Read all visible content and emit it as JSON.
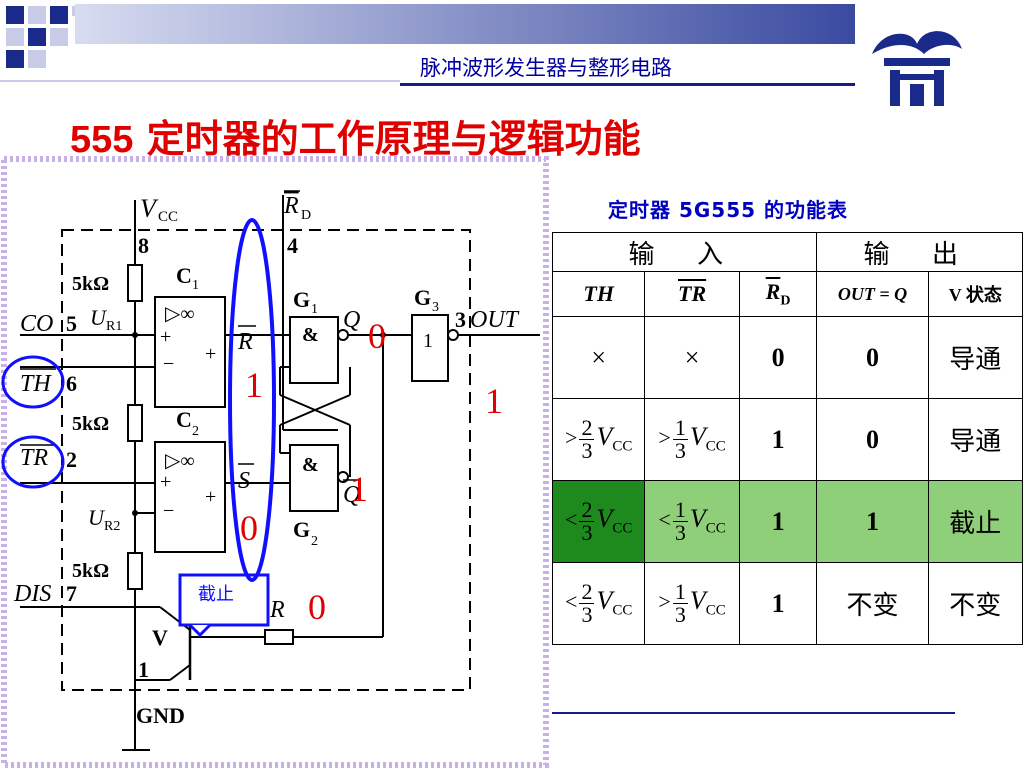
{
  "header": {
    "chapter": "脉冲波形发生器与整形电路",
    "title_num": "555",
    "title_text": " 定时器的工作原理与逻辑功能"
  },
  "colors": {
    "title": "#e00000",
    "chapter": "#0000a0",
    "annotation": "#e00000",
    "ellipse": "#1010ff",
    "green_dark": "#1e8a1e",
    "green_light": "#8fcf7a"
  },
  "icons": [
    "dragon-logo-icon",
    "corner-squares-icon"
  ],
  "circuit": {
    "vcc_v": "V",
    "vcc_sub": "CC",
    "pin8": "8",
    "rd_r": "R",
    "rd_sub": "D",
    "pin4": "4",
    "res1": "5kΩ",
    "res2": "5kΩ",
    "res3": "5kΩ",
    "c1": "C",
    "c1_sub": "1",
    "c2": "C",
    "c2_sub": "2",
    "inf": "▷∞",
    "plus": "+",
    "minus": "−",
    "ur1": "U",
    "ur1_sub": "R1",
    "ur2": "U",
    "ur2_sub": "R2",
    "co": "CO",
    "pin5": "5",
    "th": "TH",
    "pin6": "6",
    "tr": "TR",
    "pin2": "2",
    "dis": "DIS",
    "pin7": "7",
    "r_bar": "R",
    "s_bar": "S",
    "g1": "G",
    "g1_sub": "1",
    "g2": "G",
    "g2_sub": "2",
    "g3": "G",
    "g3_sub": "3",
    "and_sym": "&",
    "one_sym": "1",
    "q": "Q",
    "qbar": "Q",
    "pin3": "3",
    "out": "OUT",
    "r_res": "R",
    "v_transistor": "V",
    "pin1": "1",
    "gnd": "GND",
    "cutoff_label": "截止"
  },
  "annotations": {
    "r_bar_val": "1",
    "s_bar_val": "0",
    "q_val": "0",
    "qbar_val": "1",
    "out_val": "1",
    "r_node_val": "0"
  },
  "table": {
    "title": "定时器 5G555 的功能表",
    "group_input": "输 入",
    "group_output": "输 出",
    "col_th": "TH",
    "col_tr": "TR",
    "col_rd": "R",
    "col_rd_sub": "D",
    "col_out": "OUT = Q",
    "col_v": "V 状态",
    "sym_gt": ">",
    "sym_lt": "<",
    "frac_two": "2",
    "frac_one": "1",
    "frac_three": "3",
    "v": "V",
    "v_sub": "CC",
    "rows": [
      {
        "th": "×",
        "tr": "×",
        "rd": "0",
        "out": "0",
        "v": "导通"
      },
      {
        "rd": "1",
        "out": "0",
        "v": "导通"
      },
      {
        "rd": "1",
        "out": "1",
        "v": "截止"
      },
      {
        "rd": "1",
        "out": "不变",
        "v": "不变"
      }
    ]
  }
}
